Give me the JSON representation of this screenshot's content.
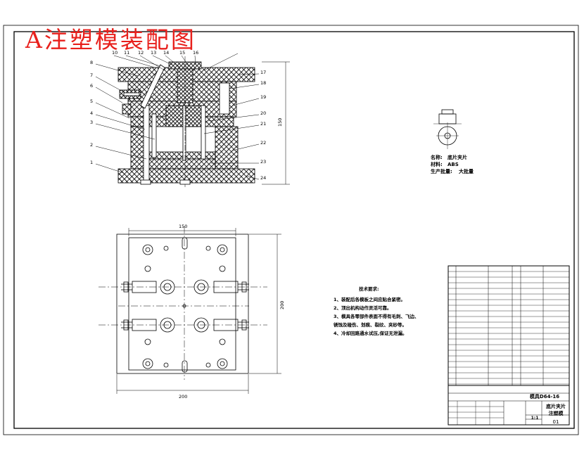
{
  "title_stamp": "A注塑模装配图",
  "part_info": {
    "name_label": "名称:",
    "name_value": "底片夹片",
    "material_label": "材料:",
    "material_value": "ABS",
    "batch_label": "生产批量:",
    "batch_value": "大批量"
  },
  "section_view": {
    "callouts_left": [
      "8",
      "7",
      "6",
      "5",
      "4",
      "3",
      "2",
      "1"
    ],
    "callouts_top": [
      "10",
      "11",
      "12",
      "13",
      "14",
      "15",
      "16"
    ],
    "callouts_right": [
      "17",
      "18",
      "19",
      "20",
      "21",
      "22",
      "23",
      "24"
    ],
    "height_dim": "150"
  },
  "plan_view": {
    "width_top_dim": "150",
    "width_bottom_dim": "200",
    "height_dim": "200"
  },
  "tech_requirements": {
    "heading": "技术要求:",
    "items": [
      "1、装配后各模板之间应贴合紧密。",
      "2、顶出机构动作灵活可靠。",
      "3、模具各零部件表面不得有毛刺、飞边、",
      "   锈蚀及碰伤、划痕、裂纹、夹砂等。",
      "4、冷却回路通水试压,保证无泄漏。"
    ]
  },
  "title_block": {
    "drawing_no": "模具D64-16",
    "part_name_1": "底片夹片",
    "part_name_2": "注塑模",
    "scale": "1:1",
    "sheet": "01"
  }
}
